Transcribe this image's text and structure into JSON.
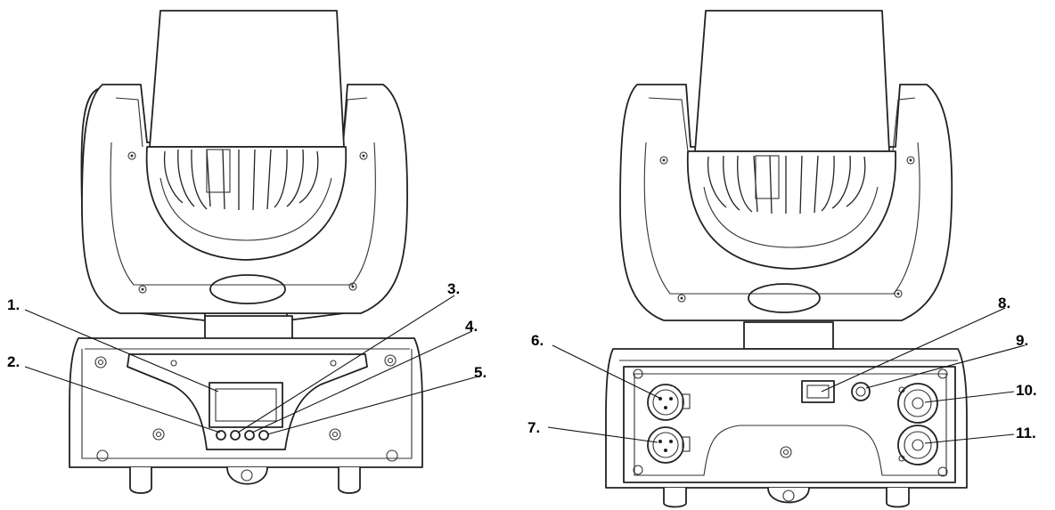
{
  "callouts": {
    "c1": "1.",
    "c2": "2.",
    "c3": "3.",
    "c4": "4.",
    "c5": "5.",
    "c6": "6.",
    "c7": "7.",
    "c8": "8.",
    "c9": "9.",
    "c10": "10.",
    "c11": "11."
  }
}
